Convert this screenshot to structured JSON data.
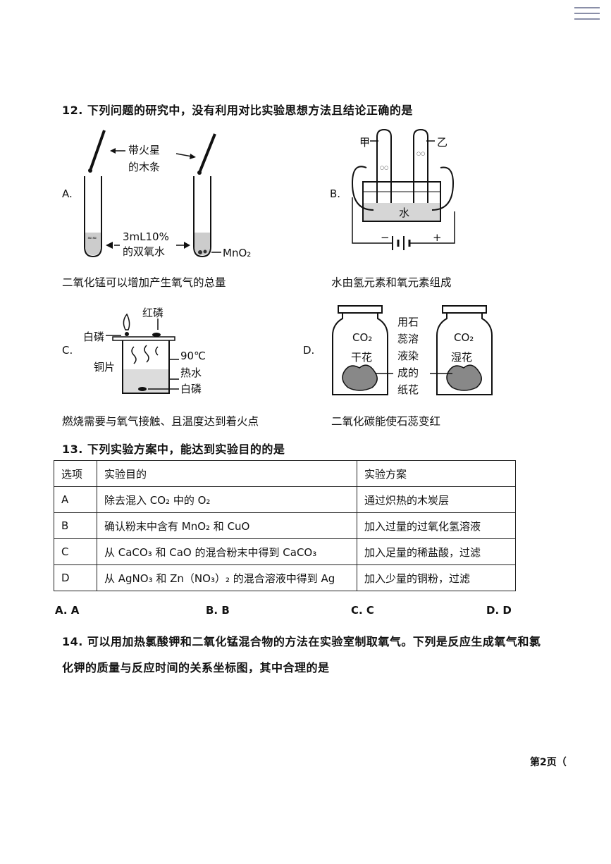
{
  "q12": {
    "title": "12. 下列问题的研究中，没有利用对比实验思想方法且结论正确的是",
    "A": {
      "letter": "A.",
      "label_splint_1": "带火星",
      "label_splint_2": "的木条",
      "label_solution_1": "3mL10%",
      "label_solution_2": "的双氧水",
      "label_mno2": "MnO₂",
      "caption": "二氧化锰可以增加产生氧气的总量"
    },
    "B": {
      "letter": "B.",
      "label_jia": "甲",
      "label_yi": "乙",
      "label_water": "水",
      "label_minus": "−",
      "label_plus": "+",
      "caption": "水由氢元素和氧元素组成"
    },
    "C": {
      "letter": "C.",
      "label_red_p": "红磷",
      "label_white_p_top": "白磷",
      "label_copper": "铜片",
      "label_temp": "90℃",
      "label_hot_water": "热水",
      "label_white_p_bottom": "白磷",
      "caption": "燃烧需要与氧气接触、且温度达到着火点"
    },
    "D": {
      "letter": "D.",
      "label_co2_left": "CO₂",
      "label_dry": "干花",
      "label_co2_right": "CO₂",
      "label_wet": "湿花",
      "label_mid_1": "用石",
      "label_mid_2": "蕊溶",
      "label_mid_3": "液染",
      "label_mid_4": "成的",
      "label_mid_5": "纸花",
      "caption": "二氧化碳能使石蕊变红"
    }
  },
  "q13": {
    "title": "13. 下列实验方案中，能达到实验目的的是",
    "headers": [
      "选项",
      "实验目的",
      "实验方案"
    ],
    "rows": [
      {
        "option": "A",
        "purpose": "除去混入 CO₂ 中的 O₂",
        "plan": "通过炽热的木炭层"
      },
      {
        "option": "B",
        "purpose": "确认粉末中含有 MnO₂ 和 CuO",
        "plan": "加入过量的过氧化氢溶液"
      },
      {
        "option": "C",
        "purpose": "从 CaCO₃ 和 CaO 的混合粉末中得到 CaCO₃",
        "plan": "加入足量的稀盐酸，过滤"
      },
      {
        "option": "D",
        "purpose": "从 AgNO₃ 和 Zn（NO₃）₂ 的混合溶液中得到 Ag",
        "plan": "加入少量的铜粉，过滤"
      }
    ],
    "answers": [
      "A. A",
      "B. B",
      "C. C",
      "D. D"
    ]
  },
  "q14": {
    "line1": "14. 可以用加热氯酸钾和二氧化锰混合物的方法在实验室制取氧气。下列是反应生成氧气和氯",
    "line2": "化钾的质量与反应时间的关系坐标图，其中合理的是"
  },
  "footer": {
    "page": "第2页（"
  }
}
